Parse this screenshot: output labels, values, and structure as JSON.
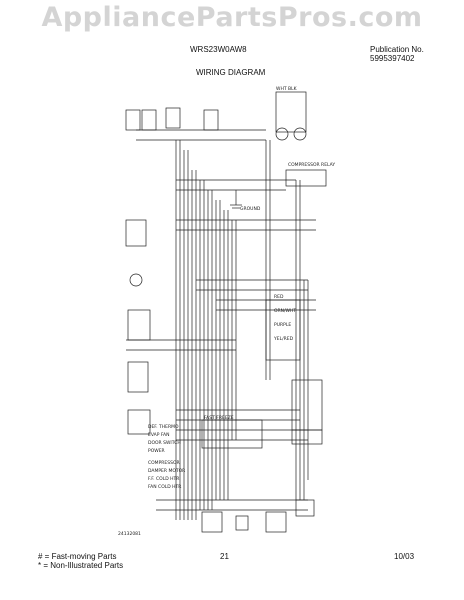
{
  "watermark": "AppliancePartsPros.com",
  "header": {
    "model": "WRS23W0AW8",
    "publication_label": "Publication No.",
    "publication_number": "5995397402",
    "title": "WIRING DIAGRAM"
  },
  "diagram": {
    "labels": {
      "fast_freeze": "FAST FREEZE",
      "def_thermo": "DEF. THERMO",
      "evap_fan": "EVAP FAN",
      "door_switch": "DOOR SWITCH",
      "power": "POWER",
      "compressor": "COMPRESSOR",
      "damper": "DAMPER MOTOR",
      "ff_cold": "F.F. COLD HTR",
      "fan_cold": "FAN COLD HTR",
      "compressor_relay": "COMPRESSOR RELAY",
      "wht_blk": "WHT BLK",
      "red": "RED",
      "orn": "ORN/WHT",
      "purple": "PURPLE",
      "yellow": "YEL/RED",
      "ground": "GROUND",
      "code": "24132081"
    }
  },
  "footer": {
    "legend_fast": "# = Fast-moving Parts",
    "legend_non": "* = Non-Illustrated Parts",
    "page": "21",
    "date": "10/03"
  }
}
